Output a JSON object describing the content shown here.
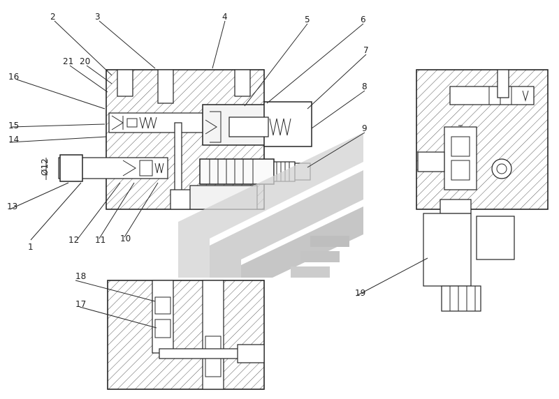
{
  "drawing": {
    "callouts": [
      "1",
      "2",
      "3",
      "4",
      "5",
      "6",
      "7",
      "8",
      "9",
      "10",
      "11",
      "12",
      "13",
      "14",
      "15",
      "16",
      "17",
      "18",
      "19",
      "20",
      "21"
    ],
    "dimension": "Ø12"
  },
  "watermark": {
    "colors": [
      "#cfcfcf",
      "#b8b8b8",
      "#a8a8a8"
    ]
  }
}
